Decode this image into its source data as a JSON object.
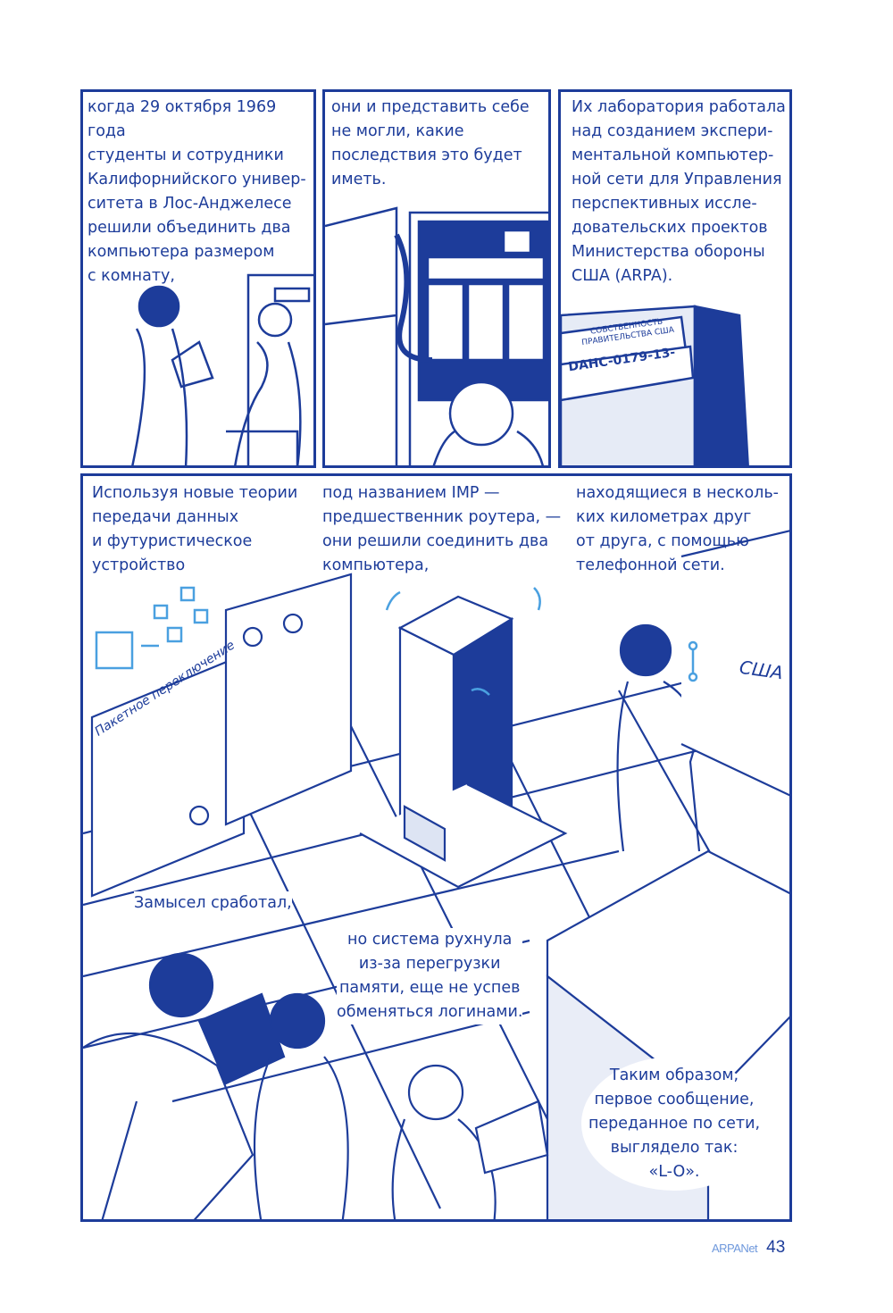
{
  "panels": [
    {
      "caption": "когда 29 октября 1969 года\nстуденты и сотрудники\nКалифорнийского универ-\nситета в Лос-Анджелесе\nрешили объединить два\nкомпьютера размером\nс комнату,"
    },
    {
      "caption": "они и представить себе\nне могли, какие\nпоследствия это будет\nиметь."
    },
    {
      "caption": "Их лаборатория работала\nнад созданием экспери-\nментальной компьютер-\nной сети для Управления\nперспективных иссле-\nдовательских проектов\nМинистерства обороны\nСША (ARPA).",
      "label_line1": "СОБСТВЕННОСТЬ",
      "label_line2": "ПРАВИТЕЛЬСТВА США",
      "label_code": "DAHC-0179-13-"
    }
  ],
  "big_panel": {
    "caption_left": "Используя новые теории\nпередачи данных\nи футуристическое\nустройство",
    "caption_mid": "под названием IMP —\nпредшественник роутера, —\nони решили соединить два\nкомпьютера,",
    "caption_right": "находящиеся в несколь-\nких километрах друг\nот друга, с помощью\nтелефонной сети.",
    "whiteboard_label": "Пакетное переключение",
    "map_label": "США",
    "caption_worked": "Замысел сработал,",
    "caption_crash": "но система рухнула\nиз-за перегрузки\nпамяти, еще не успев\nобменяться логинами.",
    "caption_final": "Таким образом,\nпервое сообщение,\nпереданное по сети,\nвыглядело так:\n«L-O»."
  },
  "footer": {
    "section": "ARPANet",
    "page_number": "43"
  },
  "colors": {
    "ink": "#1d3c9a",
    "accent": "#4aa0e0"
  }
}
